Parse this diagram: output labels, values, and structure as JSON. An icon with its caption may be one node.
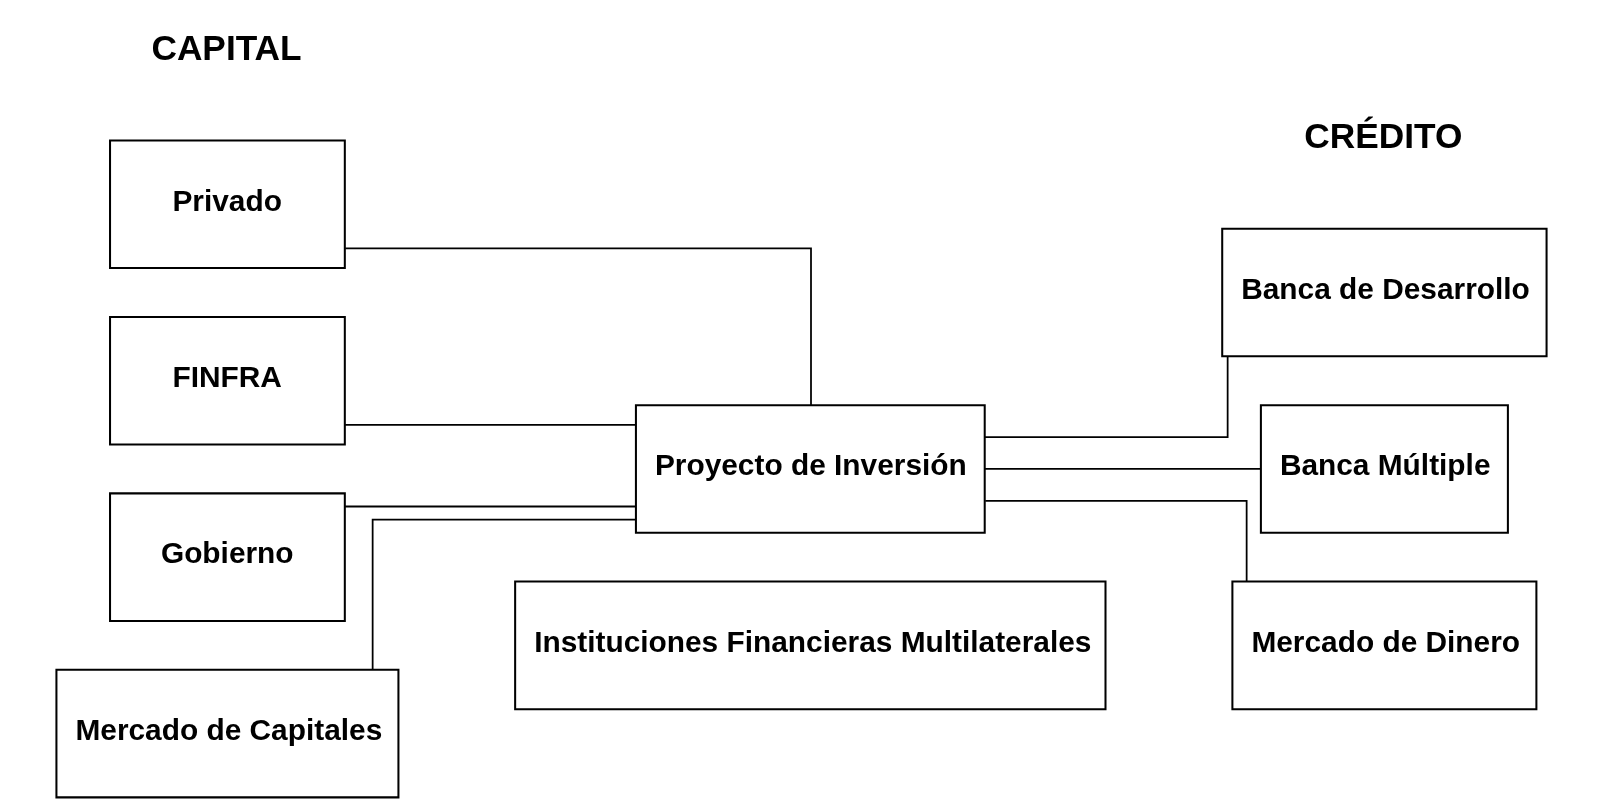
{
  "diagram": {
    "nodes": [
      {
        "text": [
          "Privado"
        ]
      },
      {
        "text": [
          "FINFRA"
        ]
      },
      {
        "text": [
          "Gobierno"
        ]
      },
      {
        "text": [
          "Mercado de Capitales"
        ]
      },
      {
        "text": [
          "Proyecto de Inversión"
        ]
      },
      {
        "text": [
          "Instituciones Financieras Multilaterales"
        ]
      },
      {
        "text": [
          "Banca de Desarrollo"
        ]
      },
      {
        "text": [
          "Banca Múltiple"
        ]
      },
      {
        "text": [
          "Mercado de Dinero"
        ]
      }
    ],
    "edges": [
      {
        "from": 0,
        "to": 4,
        "arrow": "none"
      },
      {
        "from": 1,
        "to": 4,
        "arrow": "none"
      },
      {
        "from": 2,
        "to": 4,
        "arrow": "none"
      },
      {
        "from": 3,
        "to": 4,
        "arrow": "none"
      },
      {
        "from": 4,
        "to": 6,
        "arrow": "none"
      },
      {
        "from": 4,
        "to": 7,
        "arrow": "none"
      },
      {
        "from": 4,
        "to": 8,
        "arrow": "none"
      }
    ],
    "labels": [
      "CAPITAL",
      "CRÉDITO"
    ]
  }
}
